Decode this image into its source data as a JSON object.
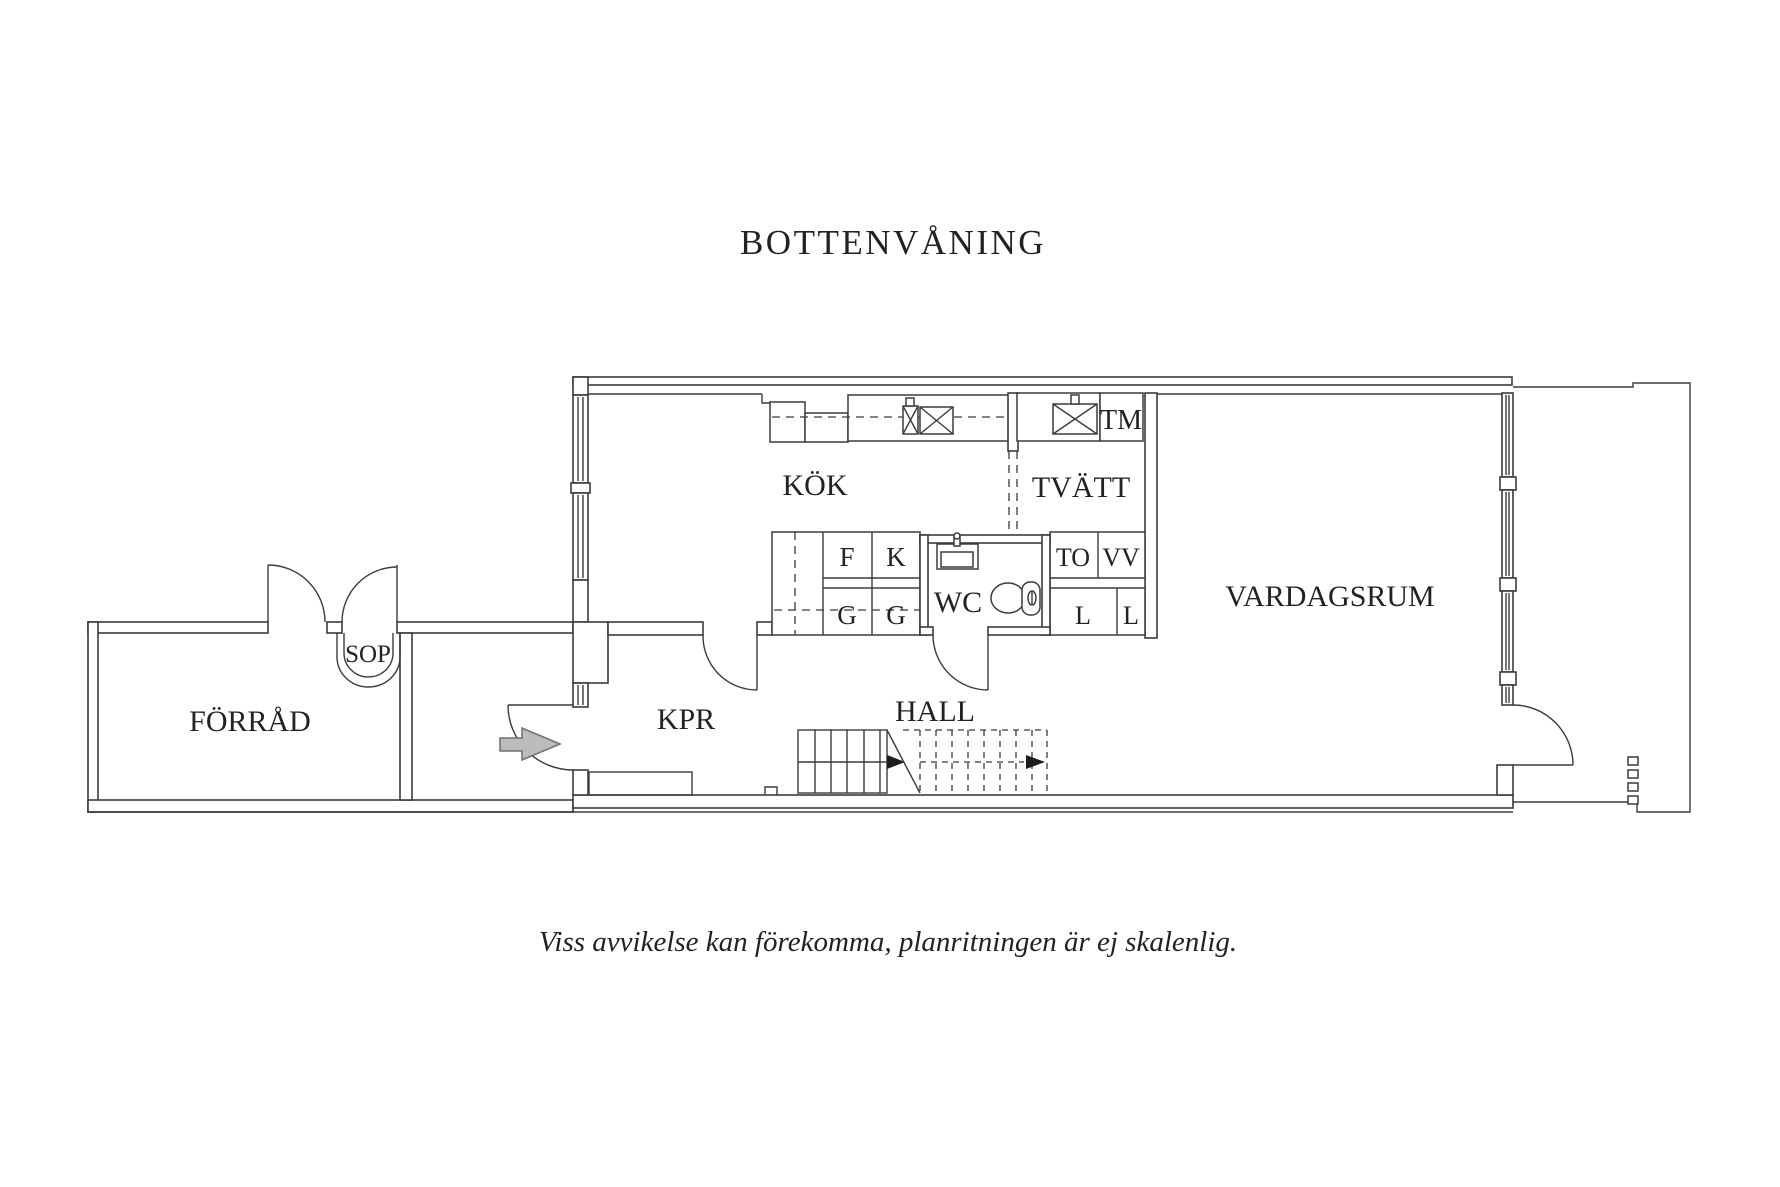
{
  "title": "BOTTENVÅNING",
  "note": "Viss avvikelse kan förekomma, planritningen är ej skalenlig.",
  "colors": {
    "background": "#ffffff",
    "line": "#3b3b3b",
    "text": "#222222",
    "entry_arrow_fill": "#bcbcbc",
    "stair_arrow_fill": "#1d1d1d"
  },
  "rooms": {
    "forrad": "FÖRRÅD",
    "sop": "SOP",
    "kpr": "KPR",
    "kok": "KÖK",
    "hall": "HALL",
    "tvatt": "TVÄTT",
    "wc": "WC",
    "vardagsrum": "VARDAGSRUM"
  },
  "fixtures": {
    "tm": "TM",
    "f": "F",
    "k": "K",
    "g1": "G",
    "g2": "G",
    "to": "TO",
    "vv": "VV",
    "l1": "L",
    "l2": "L"
  }
}
